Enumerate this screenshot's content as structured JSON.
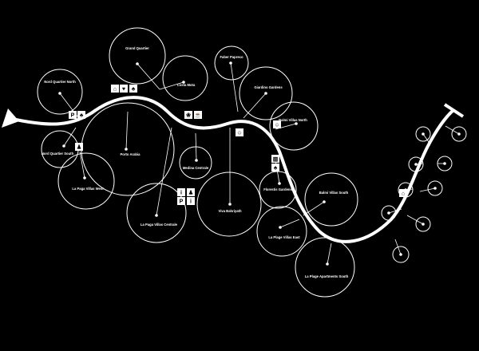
{
  "zones": [
    {
      "id": "grand-quartier",
      "label": "Grand Quartier"
    },
    {
      "id": "nord-quartier-north",
      "label": "Nord Quartier North"
    },
    {
      "id": "costa-mota",
      "label": "Costa Mota"
    },
    {
      "id": "faber-papreco",
      "label": "Faber Papreco"
    },
    {
      "id": "giardino-gardens",
      "label": "Giardino Gardens"
    },
    {
      "id": "nord-quartier-south",
      "label": "Nord Quartier South"
    },
    {
      "id": "porto-arabia",
      "label": "Porto Arabia"
    },
    {
      "id": "balmi-villas-north",
      "label": "Balmi Villas North"
    },
    {
      "id": "la-paga-villas-west",
      "label": "La Paga Villas West"
    },
    {
      "id": "medina-centrale",
      "label": "Medina Centrale"
    },
    {
      "id": "florestis-gardens",
      "label": "Florestis Gardens"
    },
    {
      "id": "la-paga-villas-centrale",
      "label": "La Paga Villas Centrale"
    },
    {
      "id": "viva-bahriyath",
      "label": "Viva Bahriyath"
    },
    {
      "id": "balmi-villas-south",
      "label": "Balmi Villas South"
    },
    {
      "id": "la-plage-villas-east",
      "label": "La Plage Villas East"
    },
    {
      "id": "la-plage-apartments-south",
      "label": "La Plage Apartments South"
    }
  ],
  "icons": [
    {
      "id": "parking",
      "glyph": "P",
      "name": "parking-icon"
    },
    {
      "id": "tree",
      "glyph": "♣",
      "name": "tree-icon"
    },
    {
      "id": "home",
      "glyph": "⌂",
      "name": "home-icon"
    },
    {
      "id": "heart",
      "glyph": "♥",
      "name": "heart-icon"
    },
    {
      "id": "spa",
      "glyph": "❀",
      "name": "spa-icon"
    },
    {
      "id": "info",
      "glyph": "i",
      "name": "info-icon"
    },
    {
      "id": "child",
      "glyph": "☺",
      "name": "child-icon"
    },
    {
      "id": "person",
      "glyph": "♟",
      "name": "person-icon"
    },
    {
      "id": "trash",
      "glyph": "▥",
      "name": "trash-icon"
    },
    {
      "id": "cafe",
      "glyph": "☕",
      "name": "cafe-icon"
    }
  ],
  "colors": {
    "background": "#000000",
    "foreground": "#ffffff"
  }
}
